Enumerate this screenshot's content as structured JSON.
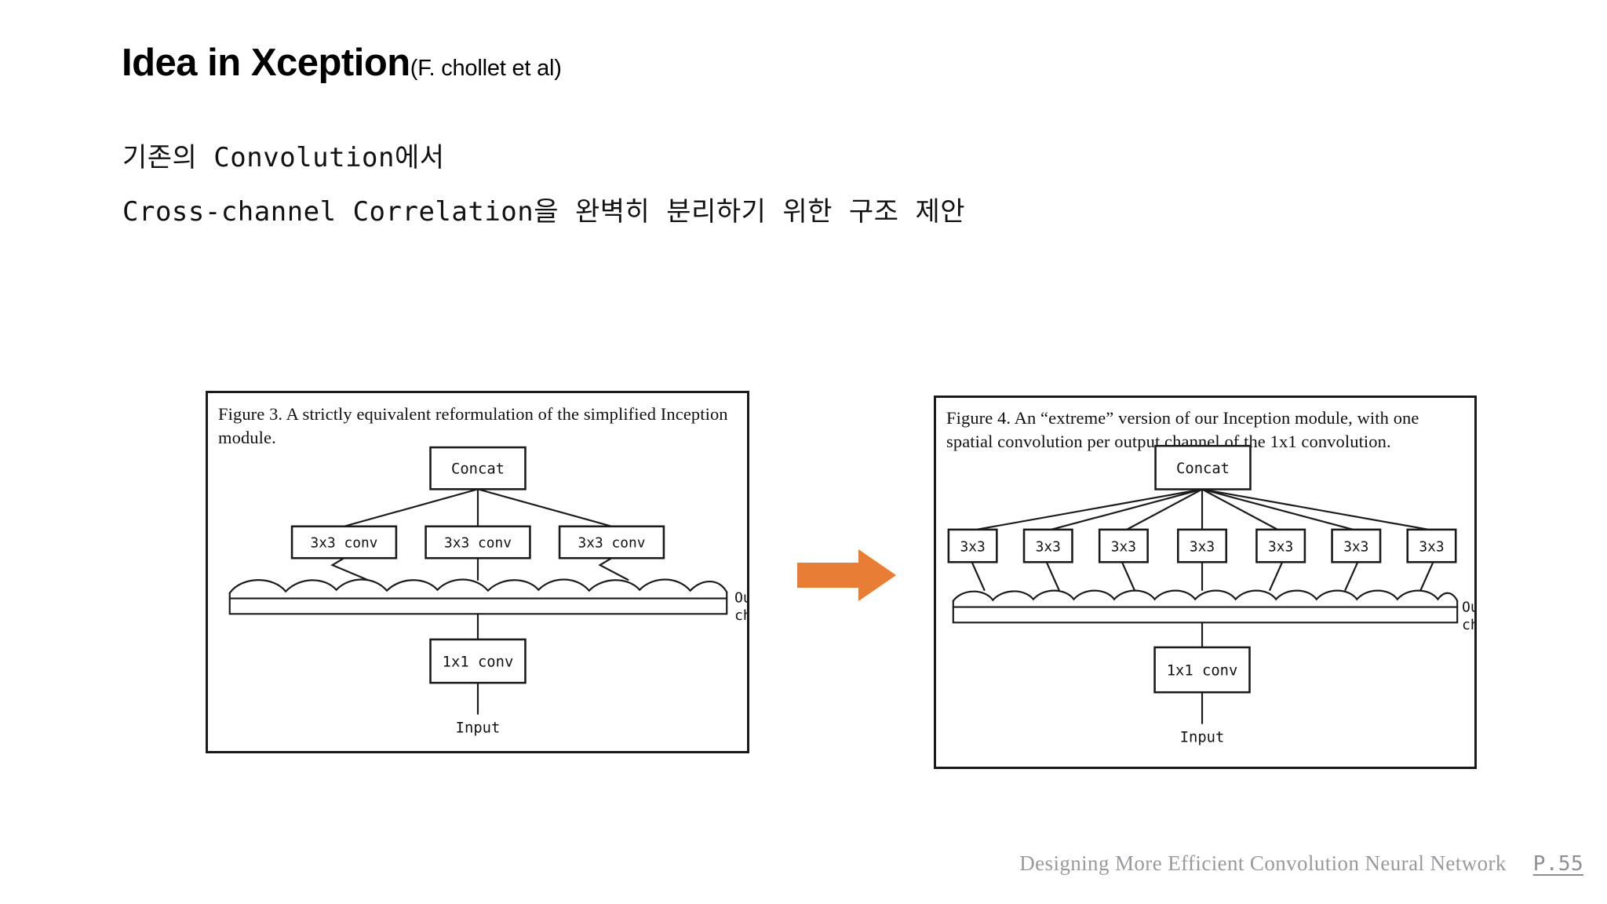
{
  "slide": {
    "title_main": "Idea in Xception",
    "title_sub": "(F. chollet et al)",
    "body_line_1": "기존의 Convolution에서",
    "body_line_2": "Cross-channel Correlation을 완벽히 분리하기 위한 구조 제안"
  },
  "colors": {
    "arrow_orange": "#E87D35",
    "figure_border": "#1a1a1a",
    "footer_gray": "#9a9a9e",
    "text_black": "#000000"
  },
  "figure_left": {
    "caption": "Figure 3. A strictly equivalent reformulation of the simplified Inception module.",
    "nodes": {
      "concat": "Concat",
      "conv_boxes": [
        "3x3 conv",
        "3x3 conv",
        "3x3 conv"
      ],
      "output_channels_line1": "Output",
      "output_channels_line2": "channels",
      "pointwise": "1x1 conv",
      "input": "Input"
    }
  },
  "figure_right": {
    "caption": "Figure 4. An “extreme” version of our Inception module, with one spatial convolution per output channel of the 1x1 convolution.",
    "nodes": {
      "concat": "Concat",
      "conv_boxes": [
        "3x3",
        "3x3",
        "3x3",
        "3x3",
        "3x3",
        "3x3",
        "3x3"
      ],
      "output_channels_line1": "Output",
      "output_channels_line2": "channels",
      "pointwise": "1x1 conv",
      "input": "Input"
    }
  },
  "arrow": {
    "icon": "arrow-right-icon",
    "direction": "right"
  },
  "footer": {
    "text": "Designing More Efficient Convolution Neural Network",
    "page": "P.55"
  }
}
